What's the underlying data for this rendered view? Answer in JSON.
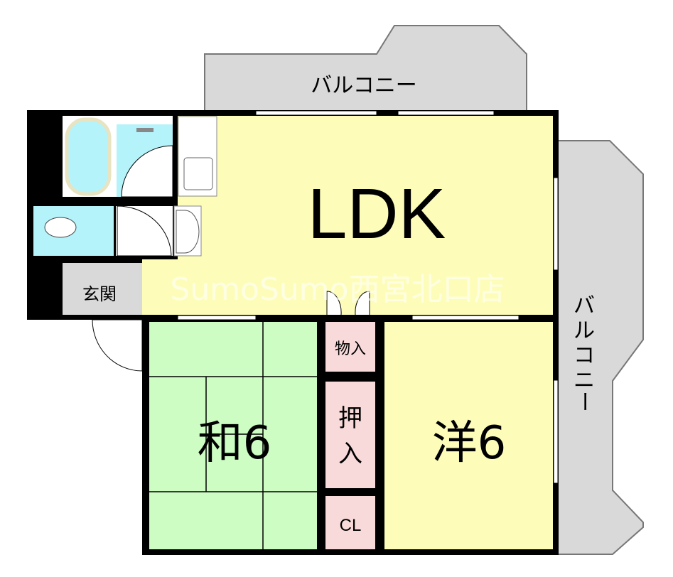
{
  "floor_plan": {
    "rooms": {
      "ldk": "LDK",
      "washitsu": "和6",
      "youshitsu": "洋6",
      "genkan": "玄関",
      "monoire": "物入",
      "oshiire_1": "押",
      "oshiire_2": "入",
      "closet": "CL"
    },
    "balcony_top": "バルコニー",
    "balcony_right": [
      "バ",
      "ル",
      "コ",
      "ニ",
      "ー"
    ],
    "watermark": "SumoSumo西宮北口店",
    "colors": {
      "ldk": "#fdfdb9",
      "washitsu": "#cdfdc3",
      "youshitsu": "#fdfdb9",
      "storage": "#f9dada",
      "genkan": "#d9d9d9",
      "balcony": "#d9d9d9",
      "water": "#b5f3fb",
      "wall": "#000000"
    }
  }
}
